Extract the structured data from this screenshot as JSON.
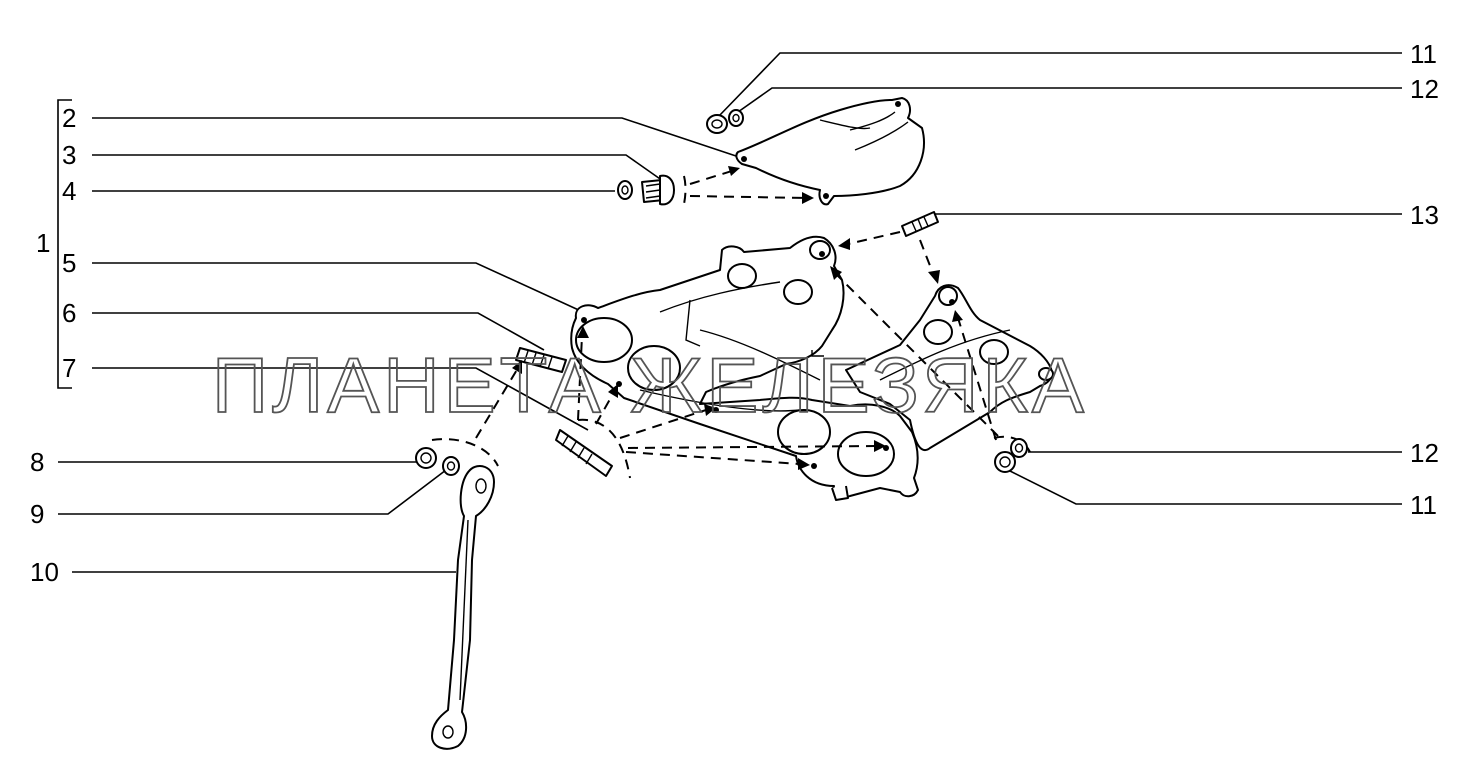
{
  "diagram": {
    "watermark": "ПЛАНЕТА ЖЕЛЕЗЯКА",
    "callouts": {
      "c1": "1",
      "c2": "2",
      "c3": "3",
      "c4": "4",
      "c5": "5",
      "c6": "6",
      "c7": "7",
      "c8": "8",
      "c9": "9",
      "c10": "10",
      "c11_top": "11",
      "c12_top": "12",
      "c13": "13",
      "c12_right": "12",
      "c11_right": "11"
    }
  }
}
